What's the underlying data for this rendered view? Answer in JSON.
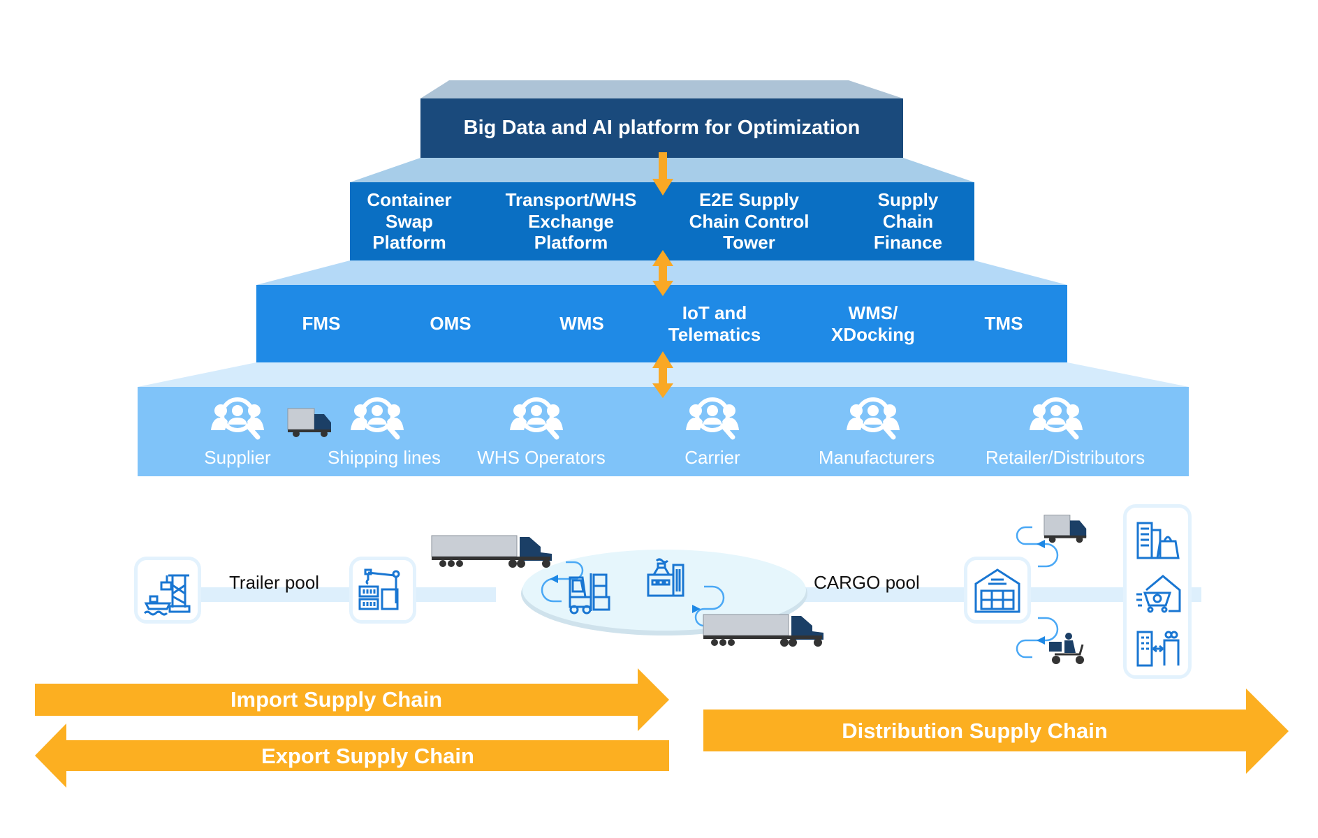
{
  "colors": {
    "top_layer": "#1a4a7c",
    "top_bevel": "#adc3d6",
    "platform_layer": "#0a6fc3",
    "platform_bevel": "#a7cde9",
    "systems_layer": "#1f8ae6",
    "systems_bevel": "#b4d9f7",
    "stakeholder_layer": "#7fc3f9",
    "stakeholder_bevel": "#d5ebfc",
    "connector_arrow": "#f9a825",
    "flow_arrow": "#fcaf21",
    "flow_line": "#ddeffc",
    "icon_blue": "#1976d2",
    "loop_blue": "#4aa8f5"
  },
  "top_layer": {
    "title": "Big Data and AI platform for Optimization"
  },
  "platform_layer": {
    "items": [
      {
        "label": "Container\nSwap\nPlatform"
      },
      {
        "label": "Transport/WHS\nExchange\nPlatform"
      },
      {
        "label": "E2E Supply\nChain Control\nTower"
      },
      {
        "label": "Supply\nChain\nFinance"
      }
    ]
  },
  "systems_layer": {
    "items": [
      {
        "label": "FMS"
      },
      {
        "label": "OMS"
      },
      {
        "label": "WMS"
      },
      {
        "label": "IoT and\nTelematics"
      },
      {
        "label": "WMS/\nXDocking"
      },
      {
        "label": "TMS"
      }
    ]
  },
  "stakeholder_layer": {
    "items": [
      {
        "label": "Supplier",
        "icon": "user-search-icon"
      },
      {
        "label": "Shipping lines",
        "icon": "user-search-icon"
      },
      {
        "label": "WHS Operators",
        "icon": "user-search-icon"
      },
      {
        "label": "Carrier",
        "icon": "user-search-icon"
      },
      {
        "label": "Manufacturers",
        "icon": "user-search-icon"
      },
      {
        "label": "Retailer/Distributors",
        "icon": "user-search-icon"
      }
    ]
  },
  "flow": {
    "trailer_pool_label": "Trailer pool",
    "cargo_pool_label": "CARGO pool",
    "nodes": [
      {
        "name": "port",
        "icon": "port-crane-icon"
      },
      {
        "name": "container-yard",
        "icon": "container-crane-icon"
      },
      {
        "name": "warehouse",
        "icon": "warehouse-icon"
      }
    ],
    "destinations": [
      {
        "icon": "retail-store-icon"
      },
      {
        "icon": "home-delivery-icon"
      },
      {
        "icon": "office-distribution-icon"
      }
    ]
  },
  "arrows": {
    "import_label": "Import Supply Chain",
    "export_label": "Export Supply Chain",
    "distribution_label": "Distribution Supply Chain"
  }
}
